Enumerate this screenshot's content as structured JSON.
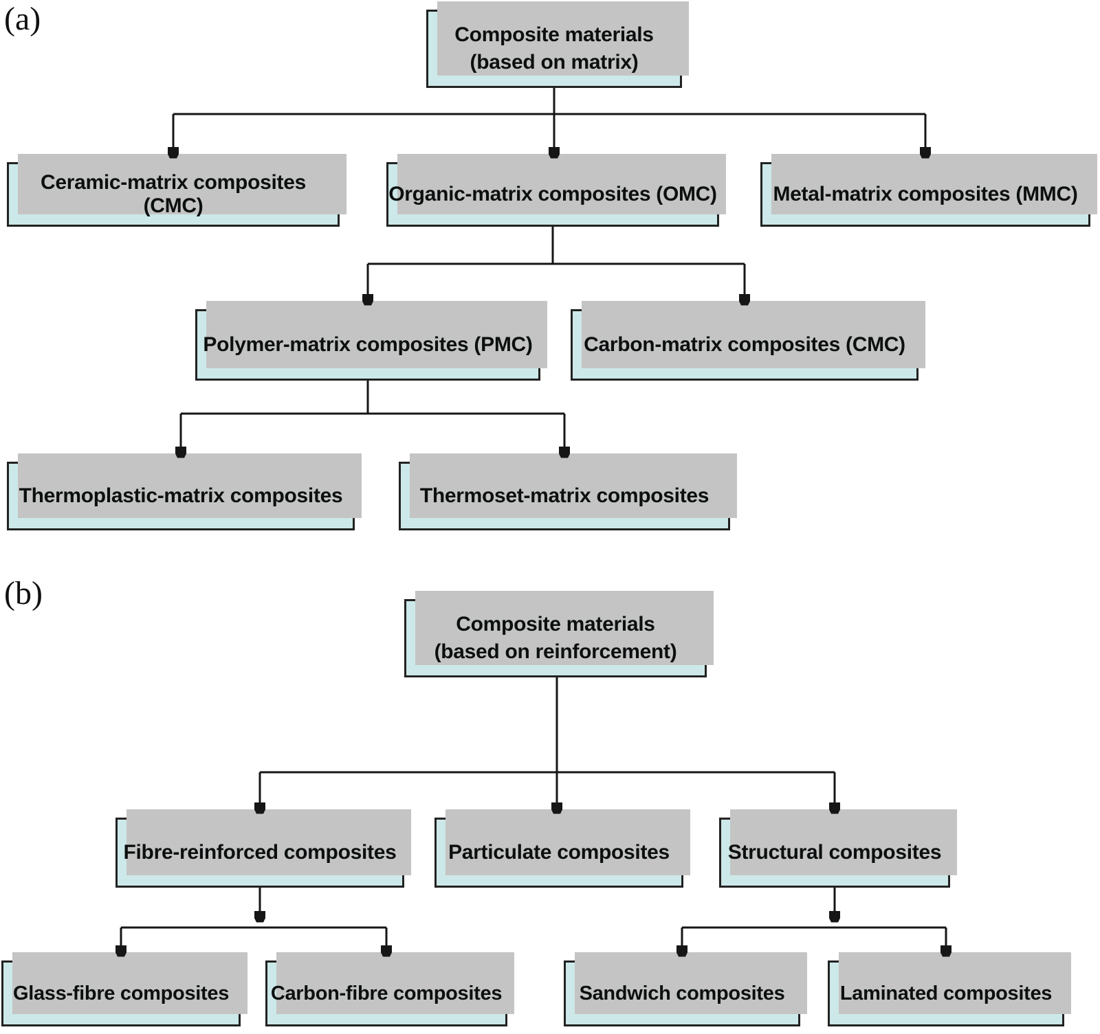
{
  "figure": {
    "panel_a": {
      "label": "(a)",
      "root": {
        "line1": "Composite materials",
        "line2": "(based on matrix)"
      },
      "level1": [
        {
          "label": "Ceramic-matrix composites (CMC)"
        },
        {
          "label": "Organic-matrix composites (OMC)"
        },
        {
          "label": "Metal-matrix composites (MMC)"
        }
      ],
      "level2": [
        {
          "label": "Polymer-matrix composites (PMC)"
        },
        {
          "label": "Carbon-matrix composites (CMC)"
        }
      ],
      "level3": [
        {
          "label": "Thermoplastic-matrix composites"
        },
        {
          "label": "Thermoset-matrix composites"
        }
      ]
    },
    "panel_b": {
      "label": "(b)",
      "root": {
        "line1": "Composite materials",
        "line2": "(based on reinforcement)"
      },
      "level1": [
        {
          "label": "Fibre-reinforced composites"
        },
        {
          "label": "Particulate composites"
        },
        {
          "label": "Structural composites"
        }
      ],
      "level2": [
        {
          "label": "Glass-fibre composites"
        },
        {
          "label": "Carbon-fibre composites"
        },
        {
          "label": "Sandwich composites"
        },
        {
          "label": "Laminated composites"
        }
      ]
    },
    "colors": {
      "box_fill": "#cde8e8",
      "box_border": "#222222",
      "box_shadow": "#c4c4c4",
      "connector": "#161616"
    }
  }
}
